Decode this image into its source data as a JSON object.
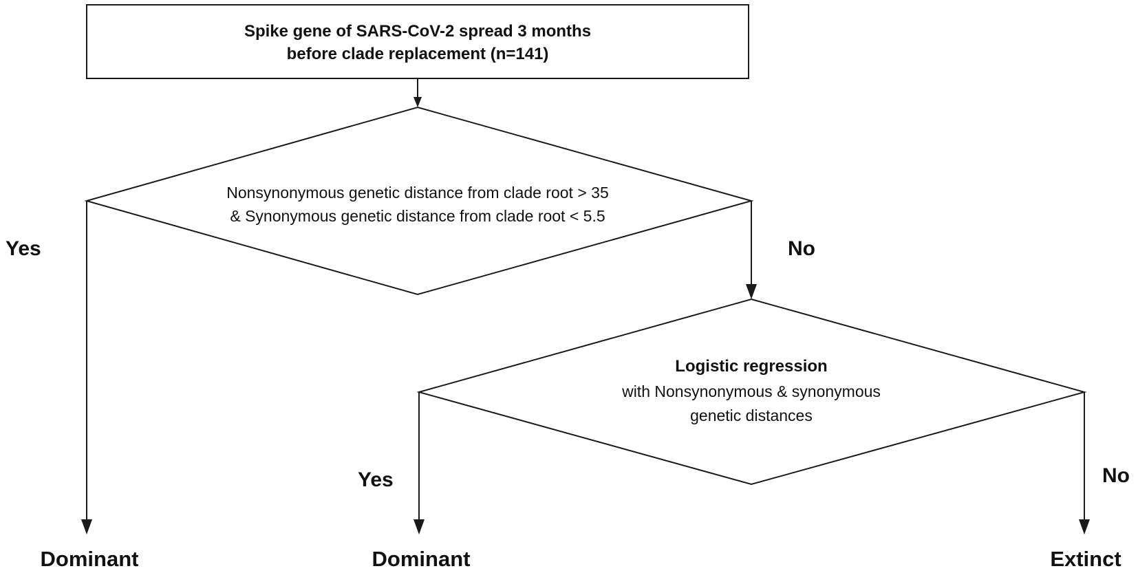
{
  "start_box": {
    "line1": "Spike gene of SARS-CoV-2 spread 3 months",
    "line2": "before clade replacement (n=141)"
  },
  "decision1": {
    "line1": "Nonsynonymous genetic distance from clade root > 35",
    "line2": "& Synonymous genetic distance from clade root < 5.5",
    "yes_label": "Yes",
    "no_label": "No"
  },
  "decision2": {
    "title": "Logistic regression",
    "line2": "with Nonsynonymous & synonymous",
    "line3": "genetic distances",
    "yes_label": "Yes",
    "no_label": "No"
  },
  "outcomes": {
    "left": "Dominant",
    "middle": "Dominant",
    "right": "Extinct"
  }
}
